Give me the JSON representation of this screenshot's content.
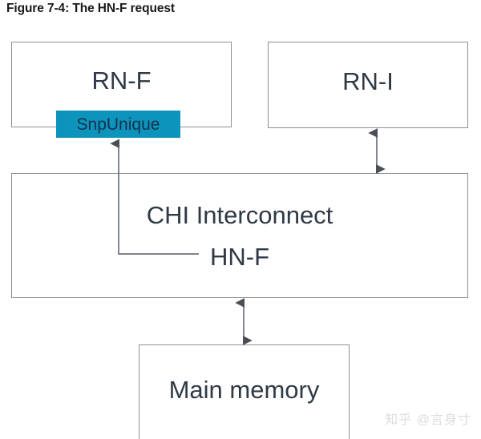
{
  "figure": {
    "title": "Figure 7-4: The HN-F request"
  },
  "nodes": {
    "rn_f": {
      "label": "RN-F"
    },
    "rn_i": {
      "label": "RN-I"
    },
    "interconnect": {
      "label": "CHI Interconnect"
    },
    "hn_f": {
      "label": "HN-F"
    },
    "memory": {
      "label": "Main memory"
    }
  },
  "badges": {
    "snp_unique": {
      "label": "SnpUnique",
      "fill_color": "#0c94bd",
      "text_color": "#16314a"
    }
  },
  "connectors": [
    {
      "name": "rni-to-interconnect",
      "kind": "double-arrow",
      "from": "RN-I",
      "to": "CHI Interconnect"
    },
    {
      "name": "interconnect-to-memory",
      "kind": "double-arrow",
      "from": "CHI Interconnect",
      "to": "Main memory"
    },
    {
      "name": "hnf-to-snpunique",
      "kind": "elbow-arrow",
      "from": "HN-F",
      "to": "SnpUnique"
    }
  ],
  "style": {
    "box_border_color": "#8c8f94",
    "text_color": "#2f3a45",
    "title_color": "#1a1a1a",
    "connector_color": "#6e737a",
    "background": "#ffffff"
  },
  "watermark": {
    "text": "知乎 @言身寸"
  }
}
